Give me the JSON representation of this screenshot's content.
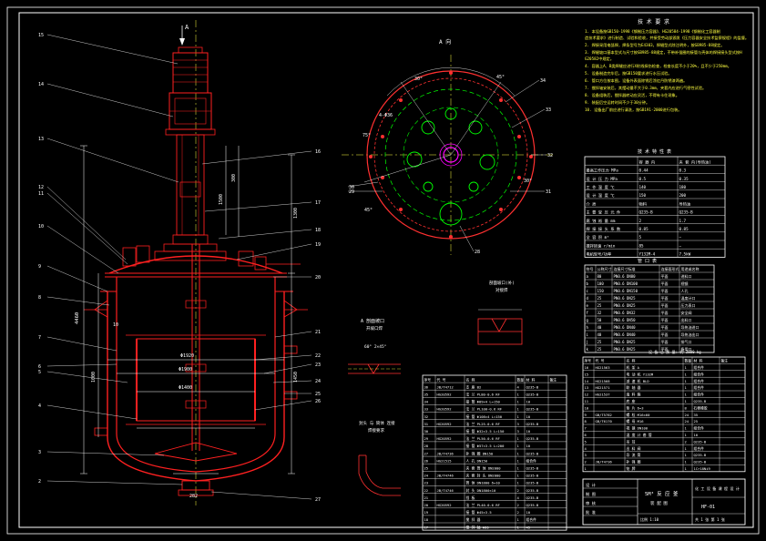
{
  "colors": {
    "background": "#000000",
    "vessel": "#ff2020",
    "frame": "#ffffff",
    "dim": "#ffffff",
    "leader": "#ffffff",
    "table": "#ffffff",
    "text_yellow": "#ffff40",
    "centerline": "#ffff40",
    "plan_green": "#00ff00",
    "plan_red": "#ff3030",
    "highlight": "#ff00ff"
  },
  "main_view": {
    "balloons_left": [
      "15",
      "14",
      "13",
      "12",
      "11",
      "10",
      "9",
      "8",
      "7",
      "6",
      "5",
      "4",
      "3",
      "2"
    ],
    "balloons_right": [
      "16",
      "17",
      "18",
      "19",
      "20",
      "21",
      "22",
      "23",
      "24",
      "25",
      "26",
      "27"
    ],
    "overall_height_dim": "4460",
    "dim_labels": [
      "1300",
      "1450",
      "1000",
      "300",
      "1500",
      "10"
    ],
    "diameter_labels": [
      "Φ1900",
      "Φ1920",
      "Φ1400"
    ],
    "bottom_dim": "282",
    "top_arrow_label": "A"
  },
  "plan_view": {
    "title": "A 向",
    "angles": [
      "30°",
      "45°",
      "75°",
      "30°",
      "45°"
    ],
    "balloons": [
      "34",
      "33",
      "32",
      "31",
      "30",
      "29",
      "28"
    ],
    "bolt_note": "4-Φ36"
  },
  "detail_views": {
    "weld_1_title": "A 剖面坡口",
    "weld_1_sub": "开坡口焊",
    "weld_1_angle": "60° 2×45°",
    "weld_2_title": "剖面坡口(补)",
    "weld_2_sub": "对接焊",
    "weld_3_title": "封头 与 筒体 连接",
    "weld_3_sub": "焊接要求"
  },
  "tech_requirements": {
    "title": "技 术 要 求",
    "lines": [
      "1. 本设备按GB150-1998《钢制压力容器》、HG20584-1998《钢制化工容器制造技术要求》进行制造、试验和验收，并接受劳动部颁发《压力容器安全技术监察规程》的监督。",
      "2. 焊接采用电弧焊，焊条型号为E4303，焊缝型式除注明外，按GB985-88规定。",
      "3. 焊缝坡口基本型式与尺寸按GB985-88规定，不带补强圈的接管与壳体的焊接接头型式按HG20582中规定。",
      "4. 容器上A、B类焊缝应进行X射线探伤检查，检查长度不小于20%，且不少于250mm。",
      "5. 设备制造完毕后，按GB150要求进行水压试验。",
      "6. 管口方位按本图，设备外表面除锈后涂红丹防锈漆两遍。",
      "7. 搅拌轴安装后，其摆动量不大于0.3mm，夹套内应进行气密性试验。",
      "8. 设备组装后，搅拌器转动应灵活，不得有卡住现象。",
      "9. 装配后空运转时间不少于30分钟。",
      "10. 设备出厂前应进行清洗，按GB191-2000进行包装。"
    ]
  },
  "spec_table": {
    "title": "技 术 特 性 表",
    "header": [
      "",
      "容 器 内",
      "夹 套 内(导热油)"
    ],
    "rows": [
      [
        "最高工作压力 MPa",
        "0.44",
        "0.3"
      ],
      [
        "设 计 压 力 MPa",
        "0.5",
        "0.35"
      ],
      [
        "工 作 温 度 ℃",
        "140",
        "180"
      ],
      [
        "设 计 温 度 ℃",
        "150",
        "200"
      ],
      [
        "介      质",
        "物料",
        "导热油"
      ],
      [
        "主 要 受 压 元 件",
        "Q235-B",
        "Q235-B"
      ],
      [
        "腐 蚀 裕 量 mm",
        "2",
        "1.7"
      ],
      [
        "焊 接 接 头 系 数",
        "0.85",
        "0.85"
      ],
      [
        "全 容 积 m³",
        "5",
        "—"
      ],
      [
        "搅拌转速 r/min",
        "85",
        "—"
      ],
      [
        "电机型号/功率",
        "Y132M-4",
        "7.5kW"
      ]
    ]
  },
  "nozzle_table": {
    "title": "管 口 表",
    "header": [
      "符号",
      "公称尺寸",
      "连接尺寸标准",
      "连接面形式",
      "用途或名称"
    ],
    "rows": [
      [
        "a",
        "80",
        "PN0.6 DN80",
        "平面",
        "进料口"
      ],
      [
        "b",
        "100",
        "PN0.6 DN100",
        "平面",
        "视镜"
      ],
      [
        "c",
        "150",
        "PN0.6 DN150",
        "平面",
        "人孔"
      ],
      [
        "d",
        "25",
        "PN0.6 DN25",
        "平面",
        "温度计口"
      ],
      [
        "e",
        "25",
        "PN0.6 DN25",
        "平面",
        "压力表口"
      ],
      [
        "f",
        "32",
        "PN0.6 DN32",
        "平面",
        "安全阀"
      ],
      [
        "g",
        "50",
        "PN0.6 DN50",
        "平面",
        "出料口"
      ],
      [
        "h",
        "40",
        "PN0.6 DN40",
        "平面",
        "导热油进口"
      ],
      [
        "i",
        "40",
        "PN0.6 DN40",
        "平面",
        "导热油出口"
      ],
      [
        "j",
        "25",
        "PN0.6 DN25",
        "平面",
        "排气口"
      ],
      [
        "k",
        "25",
        "PN0.6 DN25",
        "平面",
        "备用口"
      ]
    ]
  },
  "bom_left": {
    "rows": [
      [
        "36",
        "JB/T4712",
        "支 座 B2",
        "4",
        "Q235-B",
        ""
      ],
      [
        "35",
        "HG20592",
        "法 兰 PL80-0.6 RF",
        "1",
        "Q235-B",
        ""
      ],
      [
        "34",
        "",
        "接 管 Φ89×4 L=150",
        "1",
        "10",
        ""
      ],
      [
        "33",
        "HG20592",
        "法 兰 PL100-0.6 RF",
        "1",
        "Q235-B",
        ""
      ],
      [
        "32",
        "",
        "接 管 Φ108×4 L=150",
        "1",
        "10",
        ""
      ],
      [
        "31",
        "HG20592",
        "法 兰 PL25-0.6 RF",
        "3",
        "Q235-B",
        ""
      ],
      [
        "30",
        "",
        "接 管 Φ32×3.5 L=150",
        "3",
        "10",
        ""
      ],
      [
        "29",
        "HG20592",
        "法 兰 PL50-0.6 RF",
        "1",
        "Q235-B",
        ""
      ],
      [
        "28",
        "",
        "接 管 Φ57×3.5 L=200",
        "1",
        "10",
        ""
      ],
      [
        "27",
        "JB/T4736",
        "补 强 圈 DN150",
        "1",
        "Q235-B",
        ""
      ],
      [
        "26",
        "HG21515",
        "人 孔 DN150",
        "1",
        "组合件",
        ""
      ],
      [
        "25",
        "",
        "夹 套 筒 体 DN2000",
        "1",
        "Q235-B",
        ""
      ],
      [
        "24",
        "JB/T4746",
        "夹 套 封 头 DN2000",
        "1",
        "Q235-B",
        ""
      ],
      [
        "23",
        "",
        "筒 体 DN1800 δ=10",
        "1",
        "Q235-B",
        ""
      ],
      [
        "22",
        "JB/T4746",
        "封 头 DN1800×10",
        "2",
        "Q235-B",
        ""
      ],
      [
        "21",
        "",
        "挡 板",
        "4",
        "Q235-B",
        ""
      ],
      [
        "20",
        "HG20592",
        "法 兰 PL40-0.6 RF",
        "2",
        "Q235-B",
        ""
      ],
      [
        "19",
        "",
        "接 管 Φ45×3.5",
        "2",
        "10",
        ""
      ],
      [
        "18",
        "",
        "搅 拌 器",
        "1",
        "组合件",
        ""
      ],
      [
        "17",
        "",
        "搅 拌 轴 Φ80",
        "1",
        "45",
        ""
      ]
    ],
    "header": [
      "序号",
      "代    号",
      "名      称",
      "数量",
      "材  料",
      "备注"
    ]
  },
  "bom_right": {
    "rows": [
      [
        "16",
        "HG21563",
        "机 架 A",
        "1",
        "组合件",
        ""
      ],
      [
        "15",
        "",
        "电 动 机 Y132M",
        "1",
        "组合件",
        ""
      ],
      [
        "14",
        "HG21568",
        "减 速 机 BLD",
        "1",
        "组合件",
        ""
      ],
      [
        "13",
        "HG21571",
        "联 轴 器",
        "1",
        "组合件",
        ""
      ],
      [
        "12",
        "HG21537",
        "填 料 箱",
        "1",
        "组合件",
        ""
      ],
      [
        "11",
        "",
        "底 座",
        "1",
        "Q235-B",
        ""
      ],
      [
        "10",
        "",
        "垫 片 δ=3",
        "8",
        "石棉橡胶",
        ""
      ],
      [
        "9",
        "GB/T5782",
        "螺 栓 M16×60",
        "24",
        "35",
        ""
      ],
      [
        "8",
        "GB/T6170",
        "螺 母 M16",
        "24",
        "25",
        ""
      ],
      [
        "7",
        "",
        "视 镜 DN100",
        "1",
        "组合件",
        ""
      ],
      [
        "6",
        "",
        "温 度 计 套 管",
        "1",
        "10",
        ""
      ],
      [
        "5",
        "",
        "吊 耳",
        "2",
        "Q235-B",
        ""
      ],
      [
        "4",
        "",
        "出 料 阀",
        "1",
        "组合件",
        ""
      ],
      [
        "3",
        "",
        "导 流 筒",
        "1",
        "Q235-B",
        ""
      ],
      [
        "2",
        "JB/T4736",
        "补 强 圈",
        "1",
        "Q235-B",
        ""
      ],
      [
        "1",
        "",
        "铭 牌",
        "1",
        "1Cr18Ni9",
        ""
      ]
    ],
    "header": [
      "序号",
      "代  号",
      "名   称",
      "数量",
      "材 料",
      "备注"
    ],
    "mass_note": "设 备 总 质 量: 约 2800 kg"
  },
  "title_block": {
    "design": "设 计",
    "draw": "制 图",
    "check": "审 核",
    "approve": "批 准",
    "name": "5M³ 反 应 釜",
    "subtitle": "装 配 图",
    "school": "化 工 设 备 课 程 设 计",
    "scale": "比例 1:10",
    "sheet": "共 1 张 第 1 张",
    "drawing_no": "HF-01"
  }
}
